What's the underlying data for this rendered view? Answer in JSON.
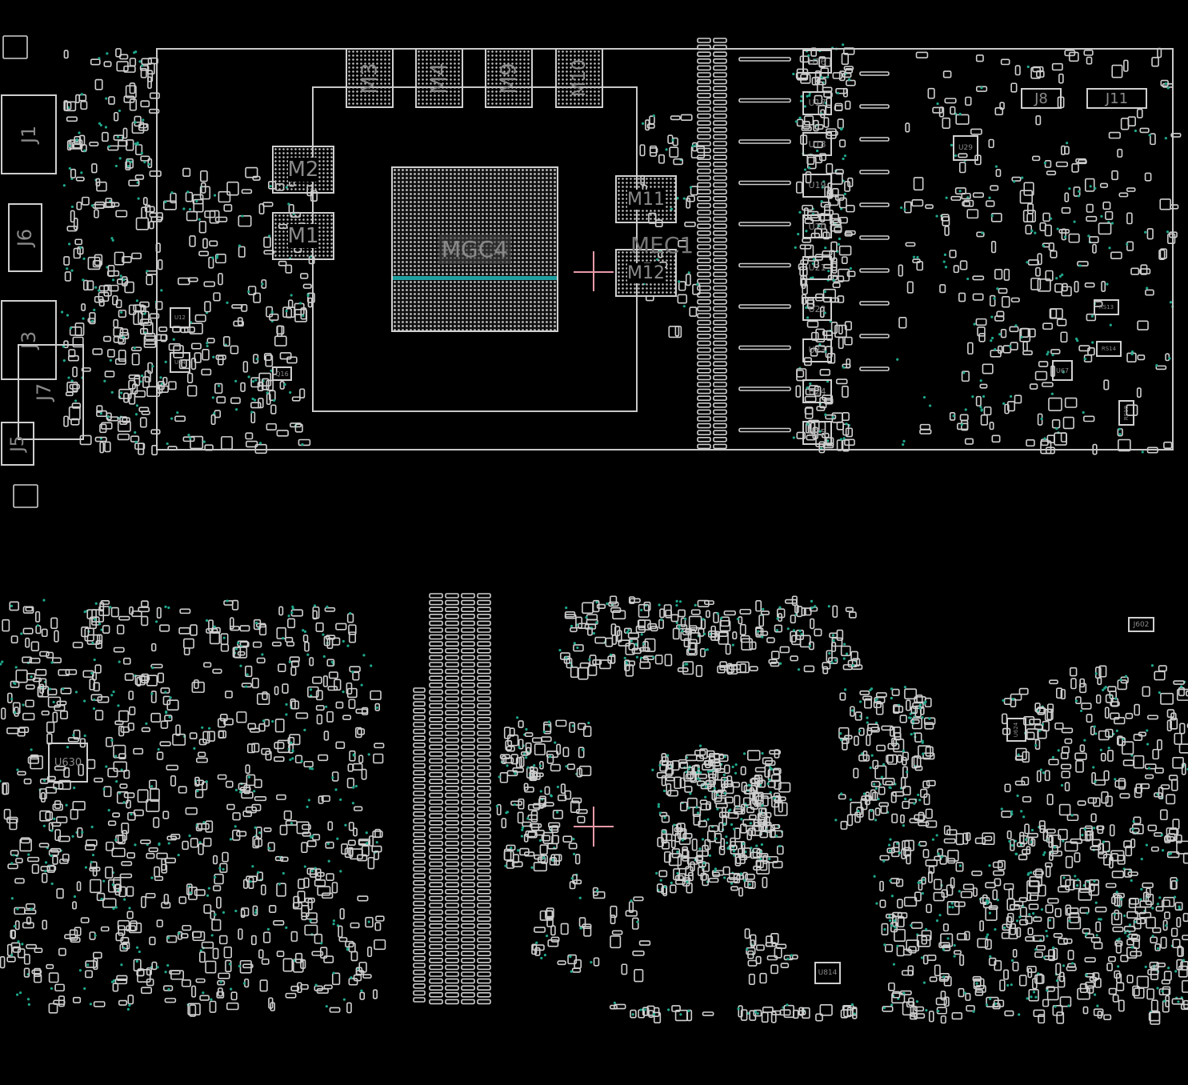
{
  "colors": {
    "background": "#000000",
    "outline": "#c8c8c8",
    "pad": "#cfcfcf",
    "label": "#8a8a8a",
    "via": "#1fa88c",
    "highlight_net": "#1fa0a0",
    "cursor": "#e89aa8"
  },
  "top_side": {
    "connectors": [
      "J1",
      "J6",
      "J3",
      "J7",
      "J5",
      "J8",
      "J11"
    ],
    "memory": [
      "M3",
      "M4",
      "M9",
      "M10",
      "M2",
      "M1",
      "M11",
      "M12"
    ],
    "gpu": "MGC4",
    "overlay_label": "MEC1",
    "regulators": [
      "U16",
      "U17",
      "U18",
      "U19",
      "U20",
      "U21",
      "U22",
      "U23",
      "U24",
      "U25"
    ],
    "ics": [
      "U29",
      "U67",
      "RS13",
      "RS14",
      "RS18",
      "Q16",
      "U12",
      "U14"
    ]
  },
  "bottom_side": {
    "ics": [
      "U630",
      "U814",
      "U624",
      "J602"
    ]
  }
}
